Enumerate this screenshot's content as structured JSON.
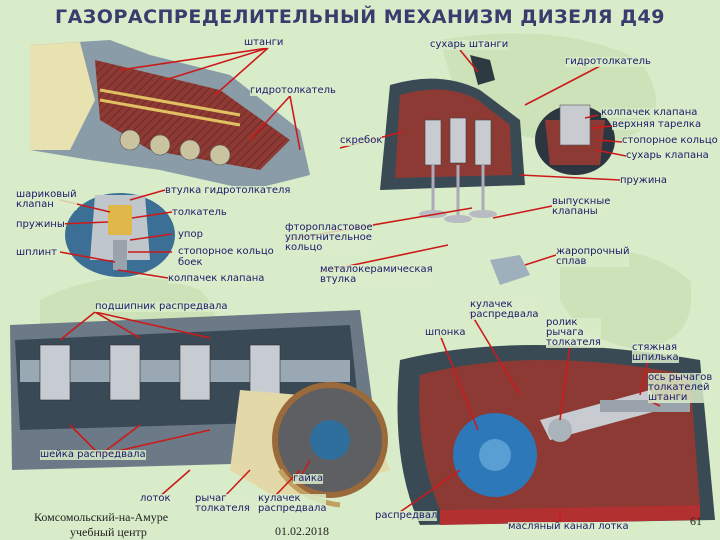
{
  "title": "ГАЗОРАСПРЕДЕЛИТЕЛЬНЫЙ МЕХАНИЗМ ДИЗЕЛЯ Д49",
  "labels": {
    "shtangi": "штанги",
    "sukhar_shtangi": "сухарь штанги",
    "gidrotolkatel_top": "гидротолкатель",
    "gidrotolkatel_mid": "гидротолкатель",
    "kolpachek_klapana_top": "колпачек клапана",
    "verkhnyaya_tarelka": "верхняя тарелка",
    "stopornoe_kolco_top": "стопорное кольцо",
    "sukhar_klapana": "сухарь клапана",
    "skrebok": "скребок",
    "pruzhina": "пружина",
    "sharikovyy_klapan": "шариковый\nклапан",
    "vtulka_gidrotolkatelya": "втулка гидротолкателя",
    "vypusknye_klapany": "выпускные\nклапаны",
    "tolkatel": "толкатель",
    "pruzhiny": "пружины",
    "ftoroplastovoe": "фторопластовое\nуплотнительное\nкольцо",
    "upor": "упор",
    "shplint": "шплинт",
    "stopornoe_kolco_mid": "стопорное кольцо",
    "boek": "боек",
    "zharoprochnyy": "жаропрочный\nсплав",
    "kolpachek_klapana_mid": "колпачек клапана",
    "metallokeramicheskaya": "металокерамическая\nвтулка",
    "podshipnik": "подшипник распредвала",
    "kulachek_raspredvala_top": "кулачек\nраспредвала",
    "shponka": "шпонка",
    "rolik": "ролик\nрычага\nтолкателя",
    "styazhnaya": "стяжная\nшпилька",
    "os_rychagov": "ось рычагов\nтолкателей\nштанги",
    "sheyka": "шейка распредвала",
    "gayka": "гайка",
    "lotok": "лоток",
    "rychag": "рычаг\nтолкателя",
    "kulachek_raspredvala_bot": "кулачек\nраспредвала",
    "raspredval": "распредвал",
    "maslyanyy_kanal": "масляный канал лотка"
  },
  "footer": {
    "city": "Комсомольский-на-Амуре",
    "center": "учебный центр",
    "date": "01.02.2018",
    "page": "61"
  },
  "colors": {
    "background": "#d9ecc9",
    "title": "#3b3b6e",
    "label_text": "#1a1a6a",
    "leader_lines": "#cc1a1a"
  }
}
